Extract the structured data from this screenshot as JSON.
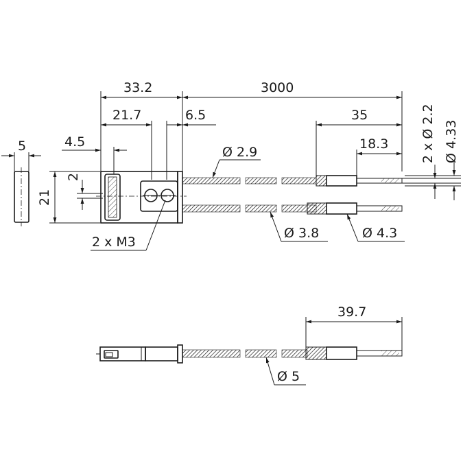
{
  "diagram": {
    "dimensions": {
      "d_33_2": "33.2",
      "d_3000": "3000",
      "d_21_7": "21.7",
      "d_6_5": "6.5",
      "d_35": "35",
      "d_4_5": "4.5",
      "d_5": "5",
      "d_18_3": "18.3",
      "d_2": "2",
      "d_21": "21",
      "d_2xd2_2": "2 x Ø 2.2",
      "d_d4_33": "Ø 4.33",
      "d_d2_9": "Ø 2.9",
      "d_2xM3": "2 x M3",
      "d_d3_8": "Ø 3.8",
      "d_d4_3": "Ø 4.3",
      "d_39_7": "39.7",
      "d_d5": "Ø 5"
    }
  }
}
